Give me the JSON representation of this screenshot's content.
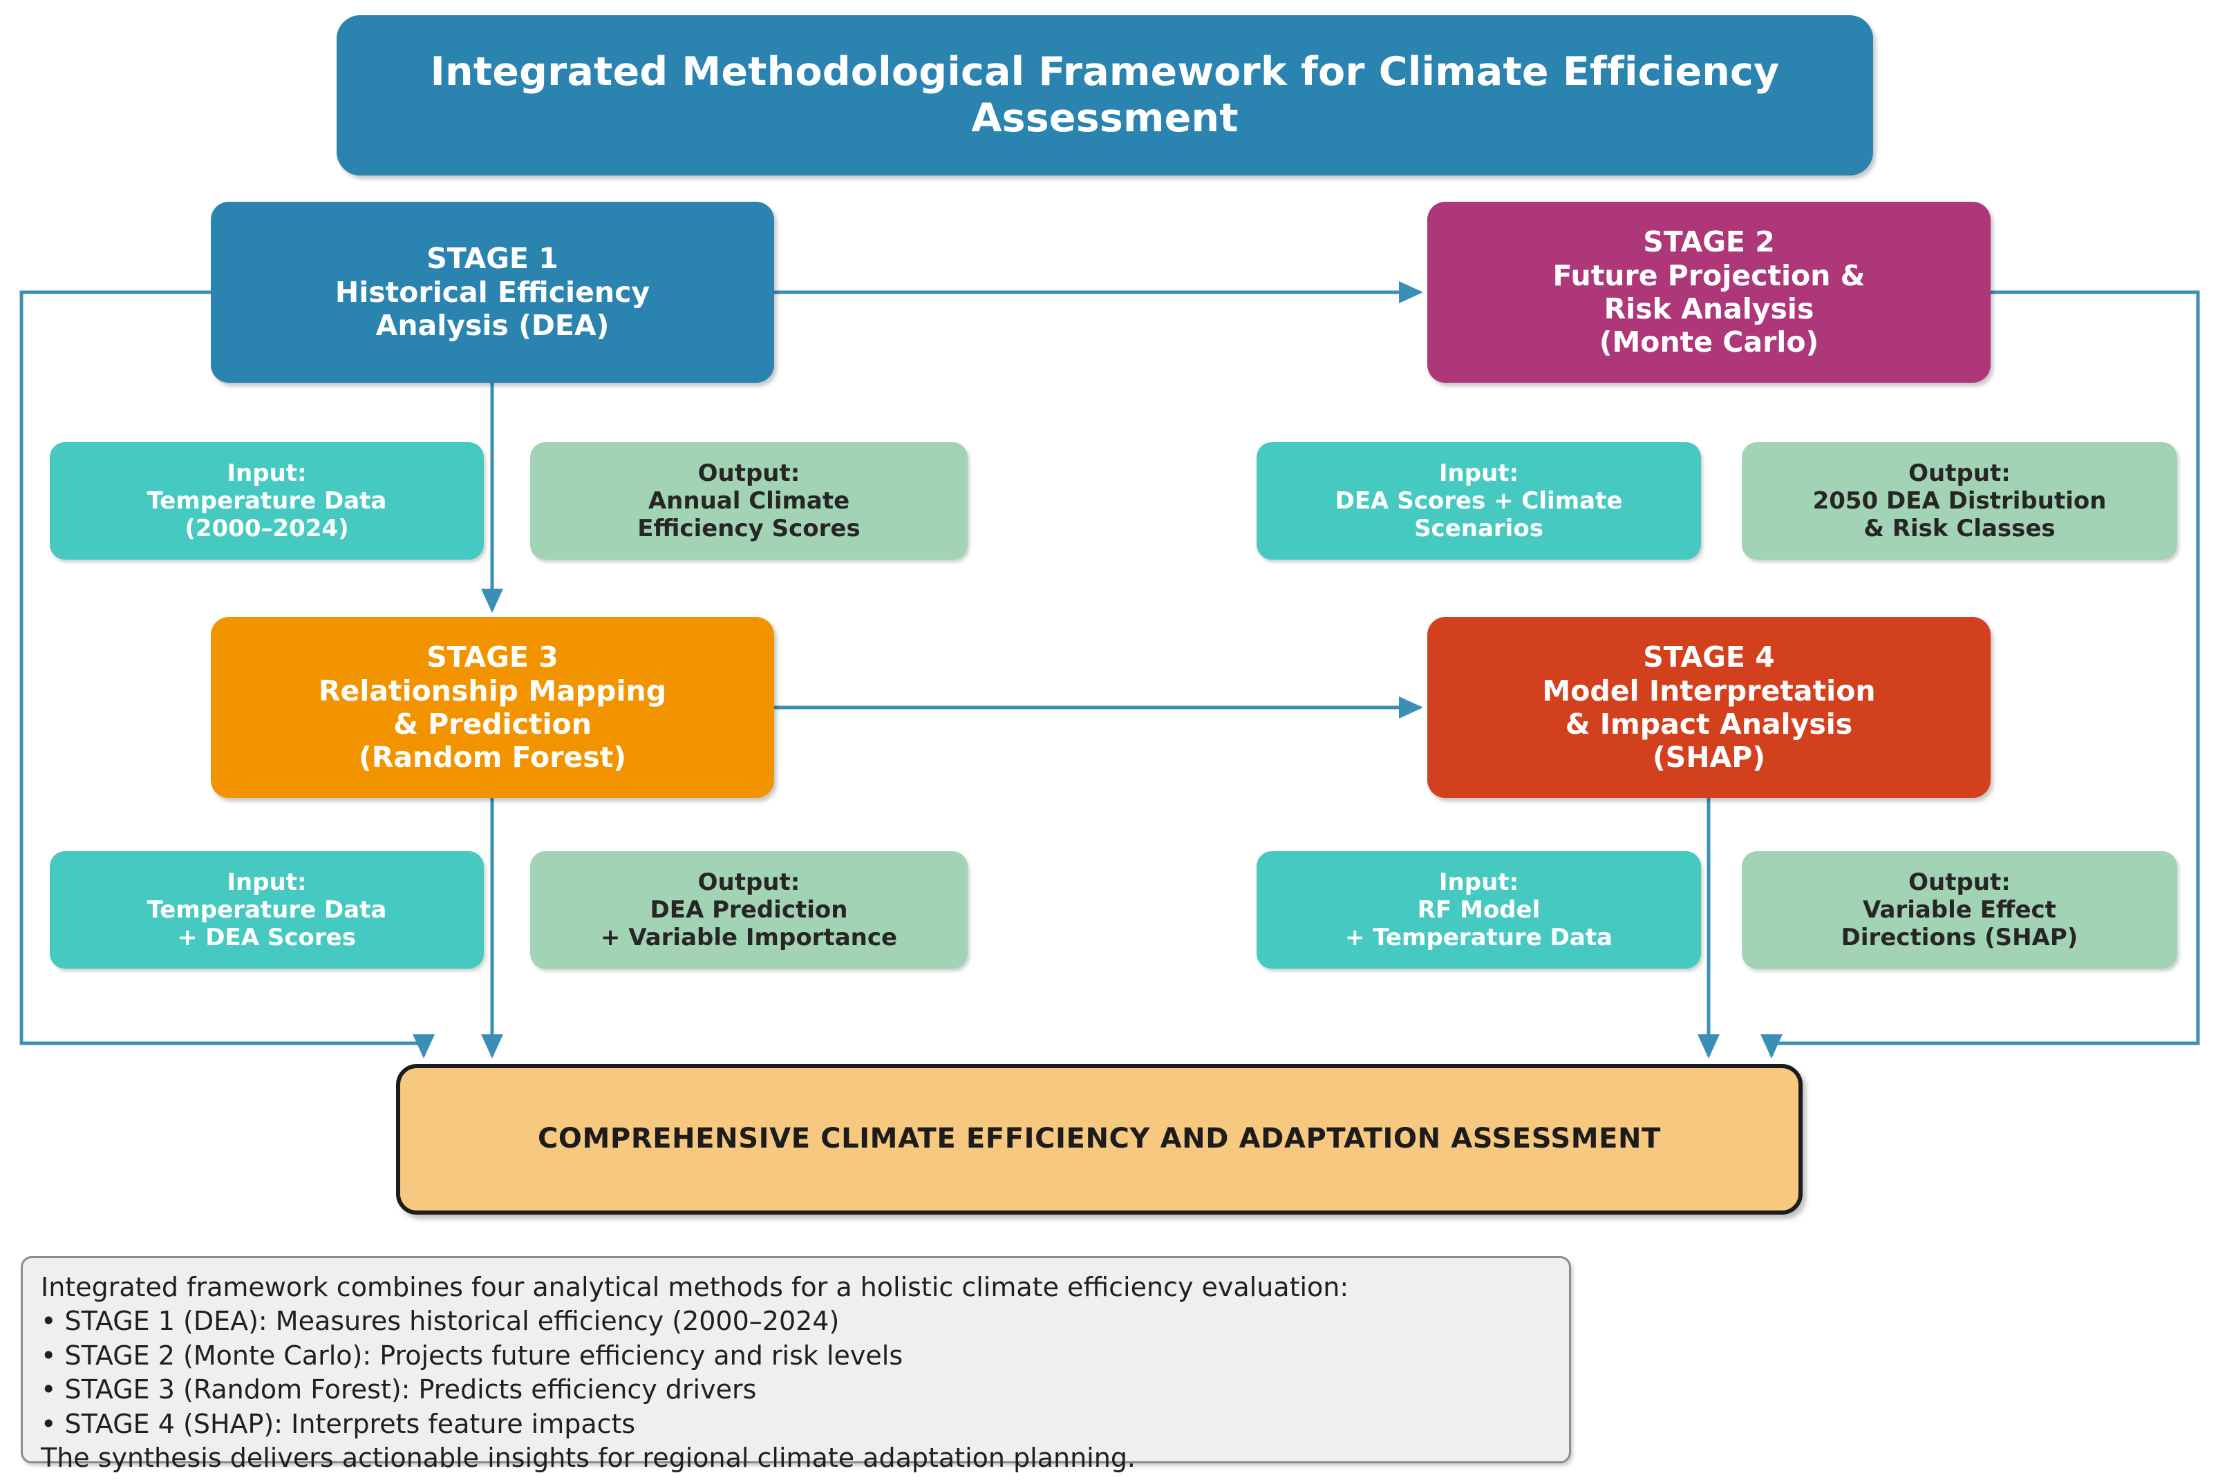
{
  "title": {
    "text": "Integrated Methodological Framework for Climate Efficiency Assessment",
    "color": "#2b83b0"
  },
  "stages": [
    {
      "id": "stage-1",
      "label": "STAGE 1\nHistorical Efficiency\nAnalysis (DEA)",
      "color": "#2b83b0"
    },
    {
      "id": "stage-2",
      "label": "STAGE 2\nFuture Projection &\nRisk Analysis\n(Monte Carlo)",
      "color": "#ad3779"
    },
    {
      "id": "stage-3",
      "label": "STAGE 3\nRelationship Mapping\n& Prediction\n(Random Forest)",
      "color": "#f29400"
    },
    {
      "id": "stage-4",
      "label": "STAGE 4\nModel Interpretation\n& Impact Analysis\n(SHAP)",
      "color": "#d2401e"
    }
  ],
  "io": {
    "input_color": "#45c9c1",
    "output_color": "#a2d3b4",
    "items": [
      {
        "kind": "input",
        "label": "Input:\nTemperature Data\n(2000–2024)"
      },
      {
        "kind": "output",
        "label": "Output:\nAnnual Climate\nEfficiency Scores"
      },
      {
        "kind": "input",
        "label": "Input:\nDEA Scores + Climate\nScenarios"
      },
      {
        "kind": "output",
        "label": "Output:\n2050 DEA Distribution\n& Risk Classes"
      },
      {
        "kind": "input",
        "label": "Input:\nTemperature Data\n+ DEA Scores"
      },
      {
        "kind": "output",
        "label": "Output:\nDEA Prediction\n+ Variable Importance"
      },
      {
        "kind": "input",
        "label": "Input:\nRF Model\n+ Temperature Data"
      },
      {
        "kind": "output",
        "label": "Output:\nVariable Effect\nDirections (SHAP)"
      }
    ]
  },
  "summary": {
    "text": "COMPREHENSIVE CLIMATE EFFICIENCY AND ADAPTATION ASSESSMENT",
    "fill": "#f6c880",
    "border": "#1c1c1c"
  },
  "footnote": {
    "lines": [
      "Integrated framework combines four analytical methods for a holistic climate efficiency evaluation:",
      "• STAGE 1 (DEA): Measures historical efficiency (2000–2024)",
      "• STAGE 2 (Monte Carlo): Projects future efficiency and risk levels",
      "• STAGE 3 (Random Forest): Predicts efficiency drivers",
      "• STAGE 4 (SHAP): Interprets feature impacts",
      "The synthesis delivers actionable insights for regional climate adaptation planning."
    ],
    "fill": "#efefef",
    "border": "#8c8c8c"
  },
  "connectors": {
    "color": "#3b8fb6",
    "edges": [
      "stage-1 → stage-2",
      "stage-1 → stage-3",
      "stage-3 → stage-4",
      "stage-1 → summary",
      "stage-2 → summary",
      "stage-3 → summary",
      "stage-4 → summary"
    ]
  }
}
